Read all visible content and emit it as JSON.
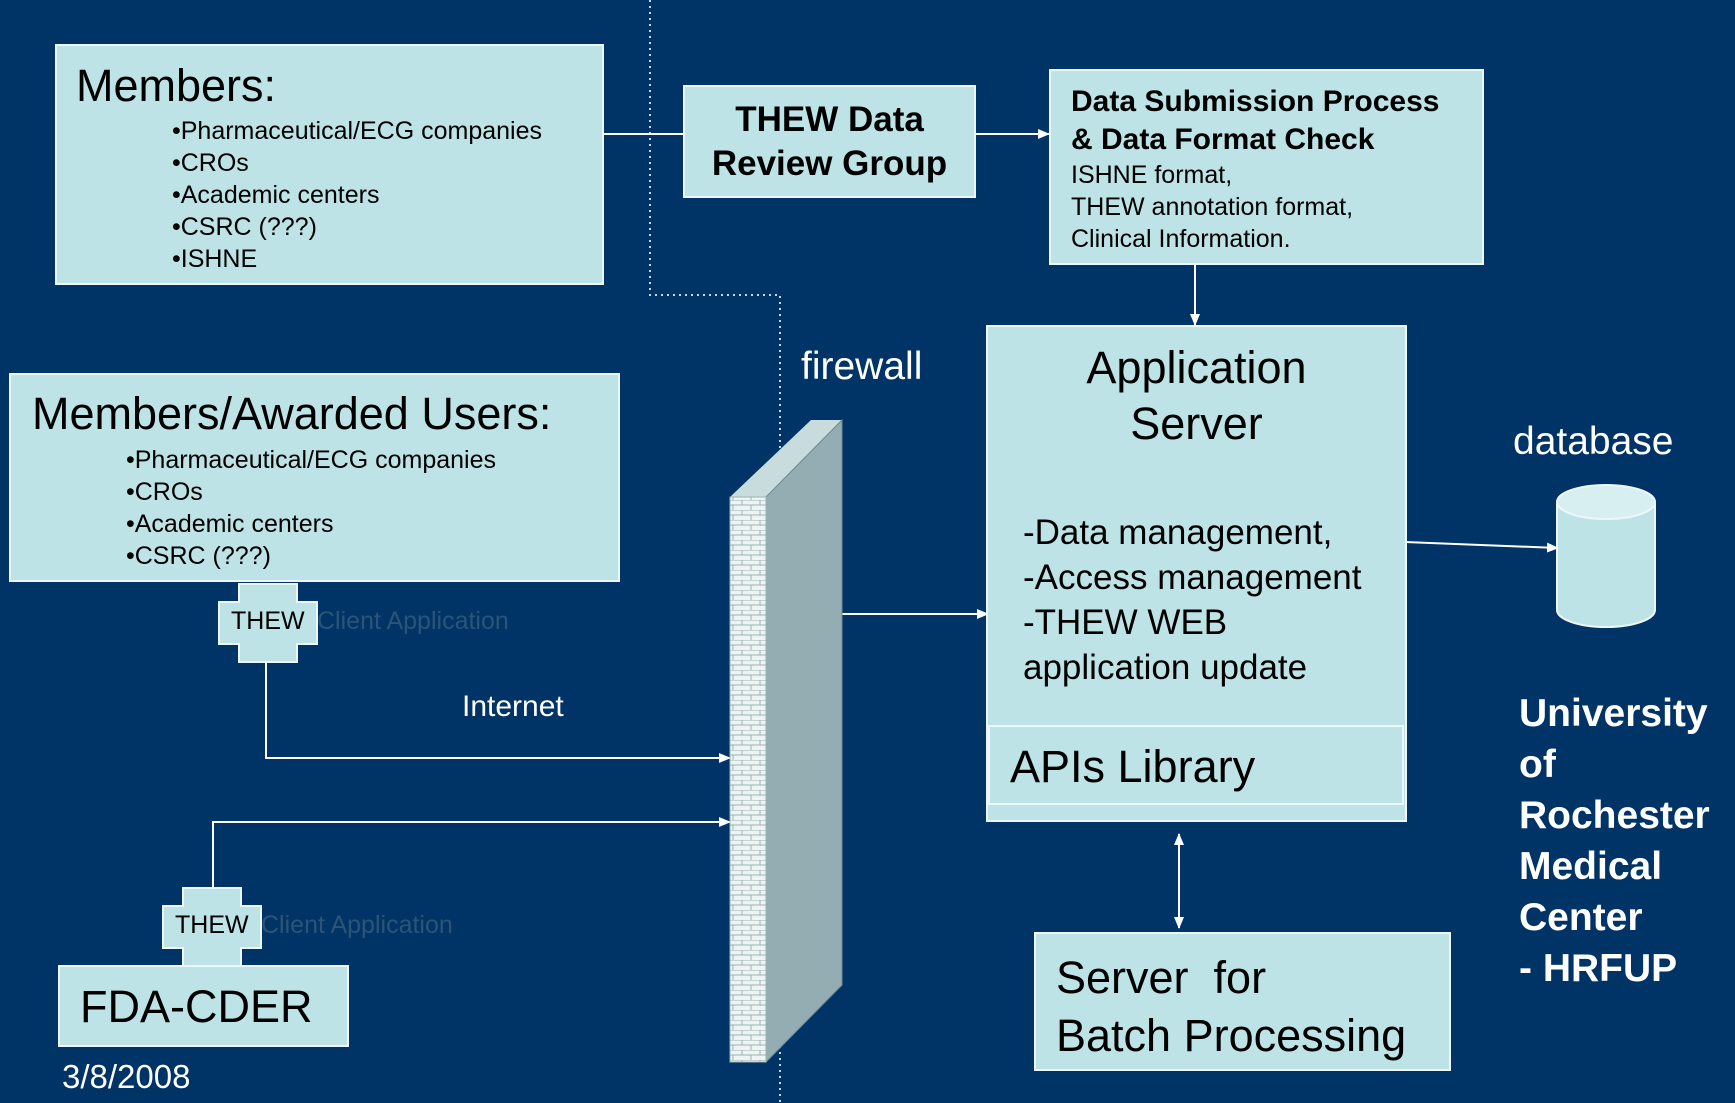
{
  "members": {
    "title": "Members:",
    "items": [
      "•Pharmaceutical/ECG companies",
      "•CROs",
      "•Academic centers",
      "•CSRC (???)",
      "•ISHNE"
    ]
  },
  "review_group": {
    "line1": "THEW Data",
    "line2": "Review Group"
  },
  "submission": {
    "line1": "Data Submission Process",
    "line2": "& Data Format Check",
    "line3": "ISHNE format,",
    "line4": "THEW annotation format,",
    "line5": "Clinical Information."
  },
  "awarded": {
    "title": "Members/Awarded Users:",
    "items": [
      "•Pharmaceutical/ECG companies",
      "•CROs",
      "•Academic centers",
      "•CSRC (???)"
    ]
  },
  "client_app_1": {
    "thew": "THEW",
    "label": "Client Application"
  },
  "client_app_2": {
    "thew": "THEW",
    "label": "Client Application"
  },
  "internet_label": "Internet",
  "firewall_label": "firewall",
  "app_server": {
    "title1": "Application",
    "title2": "Server",
    "items": [
      "-Data management,",
      "-Access management",
      "-THEW WEB",
      "application update"
    ],
    "apis": "APIs Library"
  },
  "database_label": "database",
  "batch_server": {
    "line1": "Server  for",
    "line2": "Batch Processing"
  },
  "fda": "FDA-CDER",
  "date": "3/8/2008",
  "urmc": [
    "University",
    "of",
    "Rochester",
    "Medical",
    "Center",
    "- HRFUP"
  ],
  "colors": {
    "background": "#003366",
    "box": "#bde3e6",
    "line": "#ffffff"
  }
}
